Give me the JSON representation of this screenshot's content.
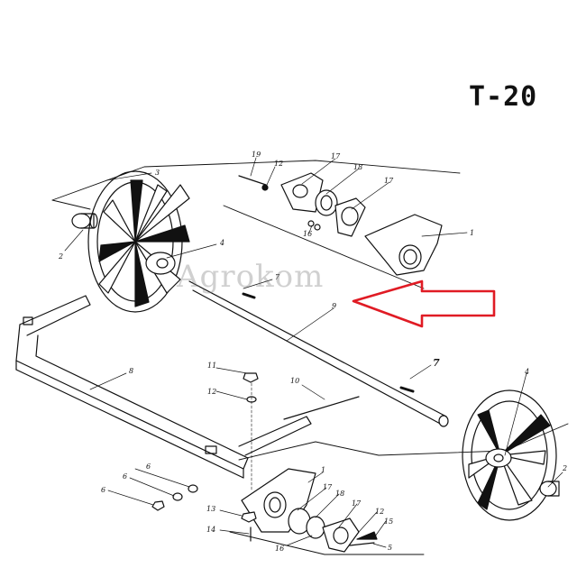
{
  "title": "T-20",
  "watermark": "Agrokom",
  "arrow_color": "#e01b24",
  "parts": {
    "p1_top": "1",
    "p2_left": "2",
    "p3": "3",
    "p4_left": "4",
    "p7_top": "7",
    "p9": "9",
    "p7_mid": "7",
    "p4_right": "4",
    "p2_right": "2",
    "p8": "8",
    "p10": "10",
    "p11": "11",
    "p12_mid": "12",
    "p6a": "6",
    "p6b": "6",
    "p6c": "6",
    "p19": "19",
    "p12_top": "12",
    "p17_top_a": "17",
    "p18_top": "18",
    "p17_top_b": "17",
    "p16_top": "16",
    "p1_bottom": "1",
    "p17_bot_a": "17",
    "p18_bot": "18",
    "p17_bot_b": "17",
    "p13": "13",
    "p14": "14",
    "p16_bot": "16",
    "p12_bot": "12",
    "p15": "15",
    "p5": "5"
  }
}
